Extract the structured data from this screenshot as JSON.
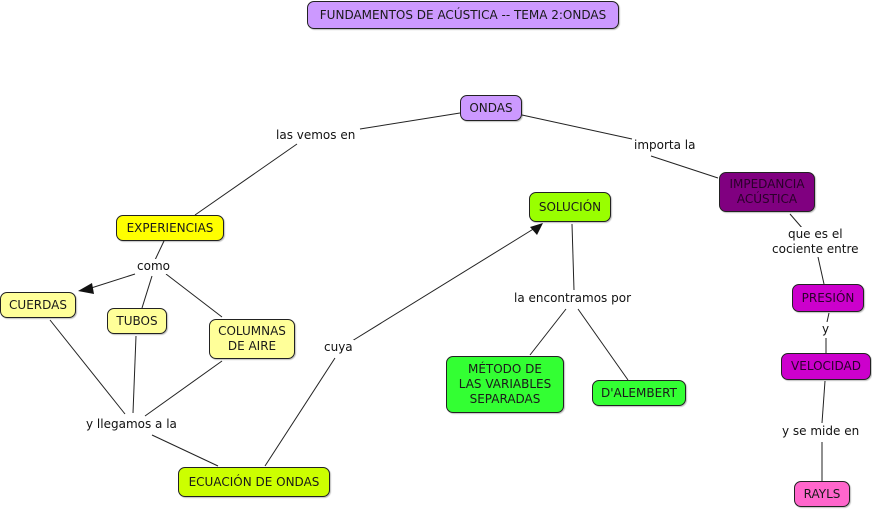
{
  "title": "FUNDAMENTOS DE ACÚSTICA -- TEMA 2:ONDAS",
  "colors": {
    "title": "#cc99ff",
    "ondas": "#cc99ff",
    "experiencias": "#ffff00",
    "pale_yellow": "#ffff99",
    "ecuacion": "#ccff00",
    "solucion": "#99ff00",
    "metodo": "#33ff33",
    "impedancia": "#800080",
    "presion": "#cc00cc",
    "rayls": "#ff66cc"
  },
  "nodes": {
    "ondas": "ONDAS",
    "experiencias": "EXPERIENCIAS",
    "cuerdas": "CUERDAS",
    "tubos": "TUBOS",
    "columnas": "COLUMNAS\nDE AIRE",
    "ecuacion": "ECUACIÓN DE ONDAS",
    "solucion": "SOLUCIÓN",
    "metodo": "MÉTODO DE\nLAS VARIABLES\nSEPARADAS",
    "dalembert": "D'ALEMBERT",
    "impedancia": "IMPEDANCIA\nACÚSTICA",
    "presion": "PRESIÓN",
    "velocidad": "VELOCIDAD",
    "rayls": "RAYLS"
  },
  "links": {
    "las_vemos_en": "las vemos en",
    "importa_la": "importa la",
    "como": "como",
    "y_llegamos_a_la": "y llegamos a la",
    "cuya": "cuya",
    "la_encontramos_por": "la encontramos por",
    "que_es_el_cociente_entre": "que es el\ncociente entre",
    "y": "y",
    "y_se_mide_en": "y se mide en"
  }
}
